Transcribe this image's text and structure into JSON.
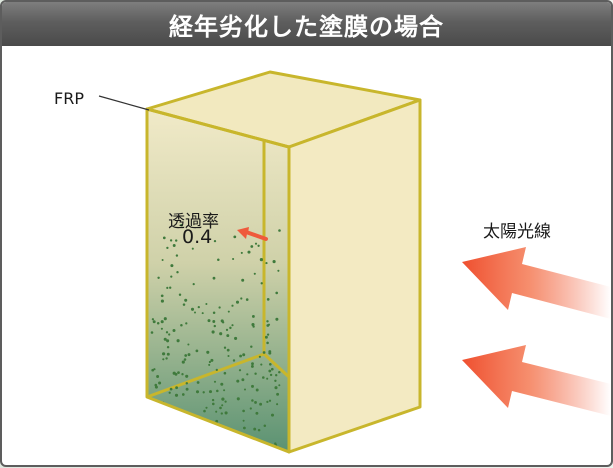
{
  "title": "経年劣化した塗膜の場合",
  "labels": {
    "frp": "FRP",
    "transmittance": "透過率",
    "transmittance_value": "0.4",
    "sunlight": "太陽光線"
  },
  "colors": {
    "box_face": "#f2e9bf",
    "box_edge": "#c8b62c",
    "interior_top": "#efe8c7",
    "interior_bottom": "#5c9474",
    "particle": "#3f7a3c",
    "arrow": "#f05a3a",
    "title_bg": "#5e5e5e"
  }
}
